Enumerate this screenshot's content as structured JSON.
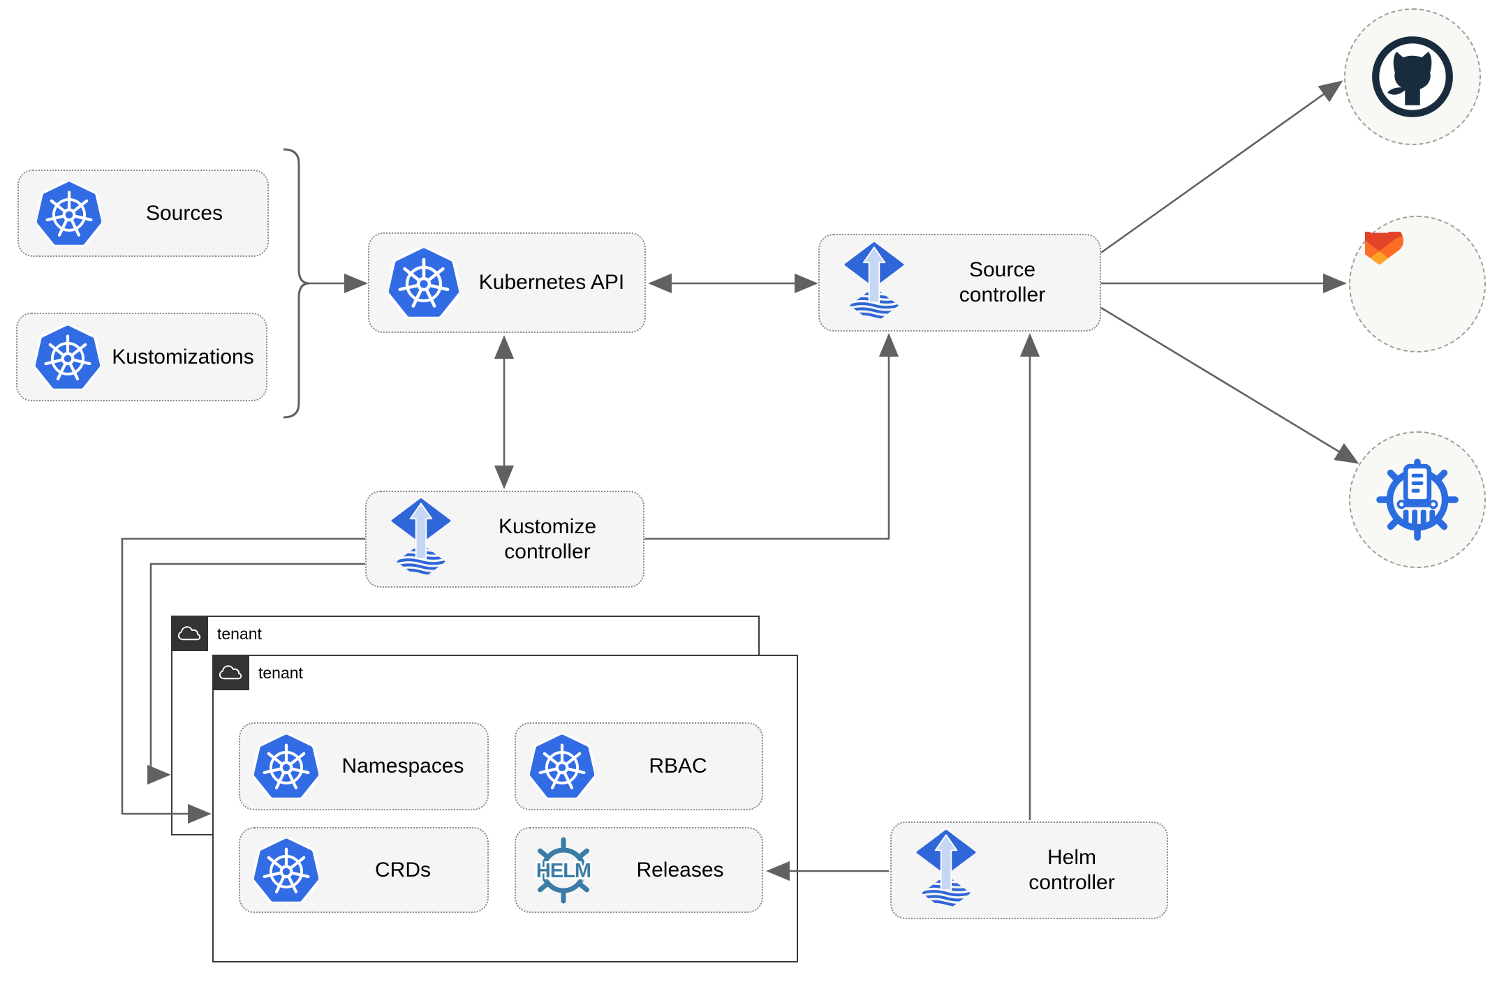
{
  "diagram": {
    "boxes": {
      "sources": "Sources",
      "kustomizations": "Kustomizations",
      "kubernetes_api": "Kubernetes API",
      "source_controller": {
        "line1": "Source",
        "line2": "controller"
      },
      "kustomize_controller": {
        "line1": "Kustomize",
        "line2": "controller"
      },
      "helm_controller": {
        "line1": "Helm",
        "line2": "controller"
      },
      "namespaces": "Namespaces",
      "rbac": "RBAC",
      "crds": "CRDs",
      "releases": "Releases"
    },
    "groups": {
      "outer_tenant": "tenant",
      "inner_tenant": "tenant"
    },
    "logos": {
      "helm_text": "HELM"
    },
    "icons": [
      "kubernetes-icon",
      "flux-icon",
      "helm-icon",
      "cloud-icon",
      "github-icon",
      "gitlab-icon",
      "chartmuseum-icon"
    ],
    "colors": {
      "kubernetes_blue": "#326ce5",
      "flux_blue": "#2f66d8",
      "flux_arrow_light": "#c6d7f6",
      "helm_teal": "#3a7ca6",
      "github_navy": "#182c3d",
      "gitlab_red": "#e24329",
      "gitlab_orange": "#fc6d26",
      "gitlab_yellow": "#fca326",
      "chartmuseum_blue": "#2b6ce0",
      "arrow_gray": "#616161",
      "node_fill": "#f5f5f5",
      "tenant_tab": "#333333",
      "remote_circle_fill": "#f8f8f5"
    }
  }
}
